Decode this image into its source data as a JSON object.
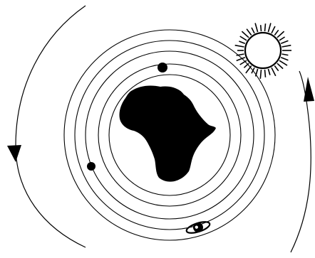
{
  "figure": {
    "background_color": "#ffffff",
    "ink_color": "#000000",
    "center_body": "africa-silhouette",
    "orbit_count": 6,
    "planets": [
      "small-planet-top",
      "small-planet-left",
      "ringed-planet-saturn"
    ],
    "sun": "sun-icon",
    "direction_arrows": [
      "left-arrow-down",
      "right-arrow-up"
    ]
  }
}
